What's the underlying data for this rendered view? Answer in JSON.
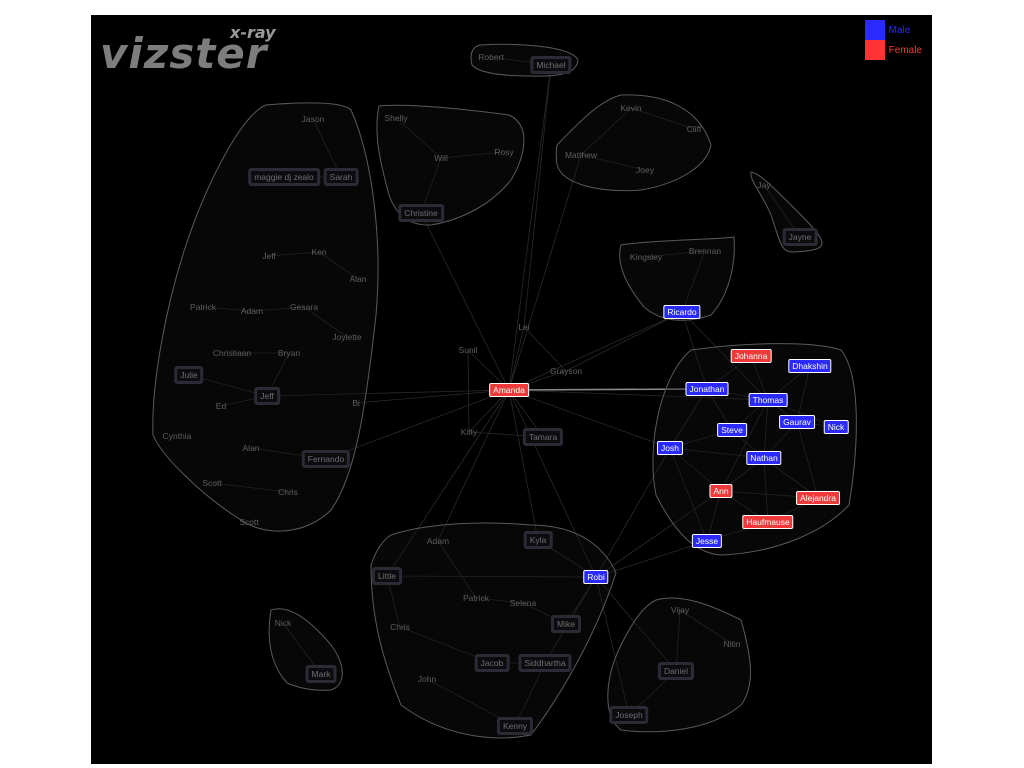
{
  "app": {
    "logo_main": "vizster",
    "logo_sub": "x-ray"
  },
  "legend": [
    {
      "label": "Male",
      "color": "#2a2aff"
    },
    {
      "label": "Female",
      "color": "#ff3333"
    }
  ],
  "colors": {
    "background": "#000000",
    "male": "#2a2aff",
    "female": "#f03a3a",
    "hull": "#5a5a5a",
    "edge": "#2a2a2a"
  },
  "nodes": [
    {
      "id": "robert",
      "label": "Robert",
      "type": "plain"
    },
    {
      "id": "michael",
      "label": "Michael",
      "type": "boxed"
    },
    {
      "id": "kevin",
      "label": "Kevin",
      "type": "plain"
    },
    {
      "id": "cliff",
      "label": "Cliff",
      "type": "plain"
    },
    {
      "id": "matthew",
      "label": "Matthew",
      "type": "plain"
    },
    {
      "id": "joey",
      "label": "Joey",
      "type": "plain"
    },
    {
      "id": "shelly",
      "label": "Shelly",
      "type": "plain"
    },
    {
      "id": "rosy",
      "label": "Rosy",
      "type": "plain"
    },
    {
      "id": "will",
      "label": "Will",
      "type": "plain"
    },
    {
      "id": "christine",
      "label": "Christine",
      "type": "boxed"
    },
    {
      "id": "jason",
      "label": "Jason",
      "type": "plain"
    },
    {
      "id": "maggie",
      "label": "maggie dj zealo",
      "type": "boxed"
    },
    {
      "id": "sarah",
      "label": "Sarah",
      "type": "boxed"
    },
    {
      "id": "jeff1",
      "label": "Jeff",
      "type": "plain"
    },
    {
      "id": "ken",
      "label": "Ken",
      "type": "plain"
    },
    {
      "id": "alan1",
      "label": "Alan",
      "type": "plain"
    },
    {
      "id": "patrick1",
      "label": "Patrick",
      "type": "plain"
    },
    {
      "id": "adam1",
      "label": "Adam",
      "type": "plain"
    },
    {
      "id": "gesara",
      "label": "Gesara",
      "type": "plain"
    },
    {
      "id": "joylette",
      "label": "Joylette",
      "type": "plain"
    },
    {
      "id": "christiaan",
      "label": "Christiaan",
      "type": "plain"
    },
    {
      "id": "bryan",
      "label": "Bryan",
      "type": "plain"
    },
    {
      "id": "julie",
      "label": "Julie",
      "type": "boxed"
    },
    {
      "id": "jeff2",
      "label": "Jeff",
      "type": "boxed"
    },
    {
      "id": "ed",
      "label": "Ed",
      "type": "plain"
    },
    {
      "id": "bi",
      "label": "Bi",
      "type": "plain"
    },
    {
      "id": "cynthia",
      "label": "Cynthia",
      "type": "plain"
    },
    {
      "id": "alan2",
      "label": "Alan",
      "type": "plain"
    },
    {
      "id": "fernando",
      "label": "Fernando",
      "type": "boxed"
    },
    {
      "id": "scott1",
      "label": "Scott",
      "type": "plain"
    },
    {
      "id": "chris1",
      "label": "Chris",
      "type": "plain"
    },
    {
      "id": "scott2",
      "label": "Scott",
      "type": "plain"
    },
    {
      "id": "jay",
      "label": "Jay",
      "type": "plain"
    },
    {
      "id": "jayne",
      "label": "Jayne",
      "type": "boxed"
    },
    {
      "id": "kingsley",
      "label": "Kingsley",
      "type": "plain"
    },
    {
      "id": "brennan",
      "label": "Brennan",
      "type": "plain"
    },
    {
      "id": "ricardo",
      "label": "Ricardo",
      "type": "male"
    },
    {
      "id": "lei",
      "label": "Lei",
      "type": "plain"
    },
    {
      "id": "sunil",
      "label": "Sunil",
      "type": "plain"
    },
    {
      "id": "grayson",
      "label": "Grayson",
      "type": "plain"
    },
    {
      "id": "amanda",
      "label": "Amanda",
      "type": "female"
    },
    {
      "id": "kitty",
      "label": "Kitty",
      "type": "plain"
    },
    {
      "id": "tamara",
      "label": "Tamara",
      "type": "boxed"
    },
    {
      "id": "johanna",
      "label": "Johanna",
      "type": "female"
    },
    {
      "id": "dhakshin",
      "label": "Dhakshin",
      "type": "male"
    },
    {
      "id": "jonathan",
      "label": "Jonathan",
      "type": "male"
    },
    {
      "id": "thomas",
      "label": "Thomas",
      "type": "male"
    },
    {
      "id": "gaurav",
      "label": "Gaurav",
      "type": "male"
    },
    {
      "id": "nick1",
      "label": "Nick",
      "type": "male"
    },
    {
      "id": "steve",
      "label": "Steve",
      "type": "male"
    },
    {
      "id": "josh",
      "label": "Josh",
      "type": "male"
    },
    {
      "id": "nathan",
      "label": "Nathan",
      "type": "male"
    },
    {
      "id": "ann",
      "label": "Ann",
      "type": "female"
    },
    {
      "id": "alejandra",
      "label": "Alejandra",
      "type": "female"
    },
    {
      "id": "haufmause",
      "label": "Haufmause",
      "type": "female"
    },
    {
      "id": "jesse",
      "label": "Jesse",
      "type": "male"
    },
    {
      "id": "adam2",
      "label": "Adam",
      "type": "plain"
    },
    {
      "id": "kyla",
      "label": "Kyla",
      "type": "boxed"
    },
    {
      "id": "little",
      "label": "Little",
      "type": "boxed"
    },
    {
      "id": "robi",
      "label": "Robi",
      "type": "male"
    },
    {
      "id": "patrick2",
      "label": "Patrick",
      "type": "plain"
    },
    {
      "id": "selena",
      "label": "Selena",
      "type": "plain"
    },
    {
      "id": "chris2",
      "label": "Chris",
      "type": "plain"
    },
    {
      "id": "mike",
      "label": "Mike",
      "type": "boxed"
    },
    {
      "id": "jacob",
      "label": "Jacob",
      "type": "boxed"
    },
    {
      "id": "siddhartha",
      "label": "Siddhartha",
      "type": "boxed"
    },
    {
      "id": "john",
      "label": "John",
      "type": "plain"
    },
    {
      "id": "kenny",
      "label": "Kenny",
      "type": "boxed"
    },
    {
      "id": "nick2",
      "label": "Nick",
      "type": "plain"
    },
    {
      "id": "mark",
      "label": "Mark",
      "type": "boxed"
    },
    {
      "id": "vijay",
      "label": "Vijay",
      "type": "plain"
    },
    {
      "id": "nitin",
      "label": "Nitin",
      "type": "plain"
    },
    {
      "id": "daniel",
      "label": "Daniel",
      "type": "boxed"
    },
    {
      "id": "joseph",
      "label": "Joseph",
      "type": "boxed"
    }
  ],
  "edges": [
    [
      "amanda",
      "jonathan"
    ],
    [
      "amanda",
      "thomas"
    ],
    [
      "amanda",
      "josh"
    ],
    [
      "amanda",
      "lei"
    ],
    [
      "amanda",
      "sunil"
    ],
    [
      "amanda",
      "grayson"
    ],
    [
      "amanda",
      "kitty"
    ],
    [
      "amanda",
      "tamara"
    ],
    [
      "amanda",
      "ricardo"
    ],
    [
      "amanda",
      "robi"
    ],
    [
      "amanda",
      "christine"
    ],
    [
      "amanda",
      "michael"
    ],
    [
      "amanda",
      "bi"
    ],
    [
      "amanda",
      "adam2"
    ],
    [
      "amanda",
      "kyla"
    ],
    [
      "amanda",
      "little"
    ],
    [
      "amanda",
      "matthew"
    ],
    [
      "amanda",
      "jeff2"
    ],
    [
      "amanda",
      "fernando"
    ],
    [
      "robi",
      "josh"
    ],
    [
      "robi",
      "jesse"
    ],
    [
      "robi",
      "ann"
    ],
    [
      "robi",
      "kyla"
    ],
    [
      "robi",
      "little"
    ],
    [
      "robi",
      "mike"
    ],
    [
      "robi",
      "siddhartha"
    ],
    [
      "robi",
      "joseph"
    ],
    [
      "robi",
      "daniel"
    ],
    [
      "johanna",
      "thomas"
    ],
    [
      "johanna",
      "jonathan"
    ],
    [
      "dhakshin",
      "thomas"
    ],
    [
      "dhakshin",
      "gaurav"
    ],
    [
      "jonathan",
      "thomas"
    ],
    [
      "jonathan",
      "steve"
    ],
    [
      "jonathan",
      "josh"
    ],
    [
      "thomas",
      "steve"
    ],
    [
      "thomas",
      "gaurav"
    ],
    [
      "thomas",
      "nathan"
    ],
    [
      "thomas",
      "ann"
    ],
    [
      "thomas",
      "nick1"
    ],
    [
      "gaurav",
      "nathan"
    ],
    [
      "gaurav",
      "nick1"
    ],
    [
      "gaurav",
      "alejandra"
    ],
    [
      "steve",
      "josh"
    ],
    [
      "steve",
      "nathan"
    ],
    [
      "josh",
      "nathan"
    ],
    [
      "josh",
      "ann"
    ],
    [
      "josh",
      "jesse"
    ],
    [
      "nathan",
      "ann"
    ],
    [
      "nathan",
      "alejandra"
    ],
    [
      "nathan",
      "haufmause"
    ],
    [
      "ann",
      "alejandra"
    ],
    [
      "ann",
      "haufmause"
    ],
    [
      "ann",
      "jesse"
    ],
    [
      "haufmause",
      "jesse"
    ],
    [
      "haufmause",
      "alejandra"
    ],
    [
      "ricardo",
      "jonathan"
    ],
    [
      "ricardo",
      "thomas"
    ],
    [
      "jeff1",
      "ken"
    ],
    [
      "ken",
      "alan1"
    ],
    [
      "patrick1",
      "adam1"
    ],
    [
      "adam1",
      "gesara"
    ],
    [
      "gesara",
      "joylette"
    ],
    [
      "christiaan",
      "bryan"
    ],
    [
      "bryan",
      "jeff2"
    ],
    [
      "jeff2",
      "ed"
    ],
    [
      "jeff2",
      "julie"
    ],
    [
      "alan2",
      "fernando"
    ],
    [
      "scott1",
      "chris1"
    ],
    [
      "jason",
      "sarah"
    ],
    [
      "maggie",
      "sarah"
    ],
    [
      "shelly",
      "will"
    ],
    [
      "will",
      "rosy"
    ],
    [
      "will",
      "christine"
    ],
    [
      "kevin",
      "cliff"
    ],
    [
      "matthew",
      "joey"
    ],
    [
      "kevin",
      "matthew"
    ],
    [
      "robert",
      "michael"
    ],
    [
      "jay",
      "jayne"
    ],
    [
      "kingsley",
      "brennan"
    ],
    [
      "brennan",
      "ricardo"
    ],
    [
      "adam2",
      "patrick2"
    ],
    [
      "patrick2",
      "selena"
    ],
    [
      "selena",
      "mike"
    ],
    [
      "chris2",
      "jacob"
    ],
    [
      "jacob",
      "siddhartha"
    ],
    [
      "siddhartha",
      "kenny"
    ],
    [
      "john",
      "kenny"
    ],
    [
      "little",
      "chris2"
    ],
    [
      "nick2",
      "mark"
    ],
    [
      "vijay",
      "nitin"
    ],
    [
      "daniel",
      "joseph"
    ],
    [
      "vijay",
      "daniel"
    ],
    [
      "lei",
      "grayson"
    ],
    [
      "sunil",
      "kitty"
    ],
    [
      "kitty",
      "tamara"
    ],
    [
      "lei",
      "michael"
    ],
    [
      "grayson",
      "ricardo"
    ]
  ]
}
